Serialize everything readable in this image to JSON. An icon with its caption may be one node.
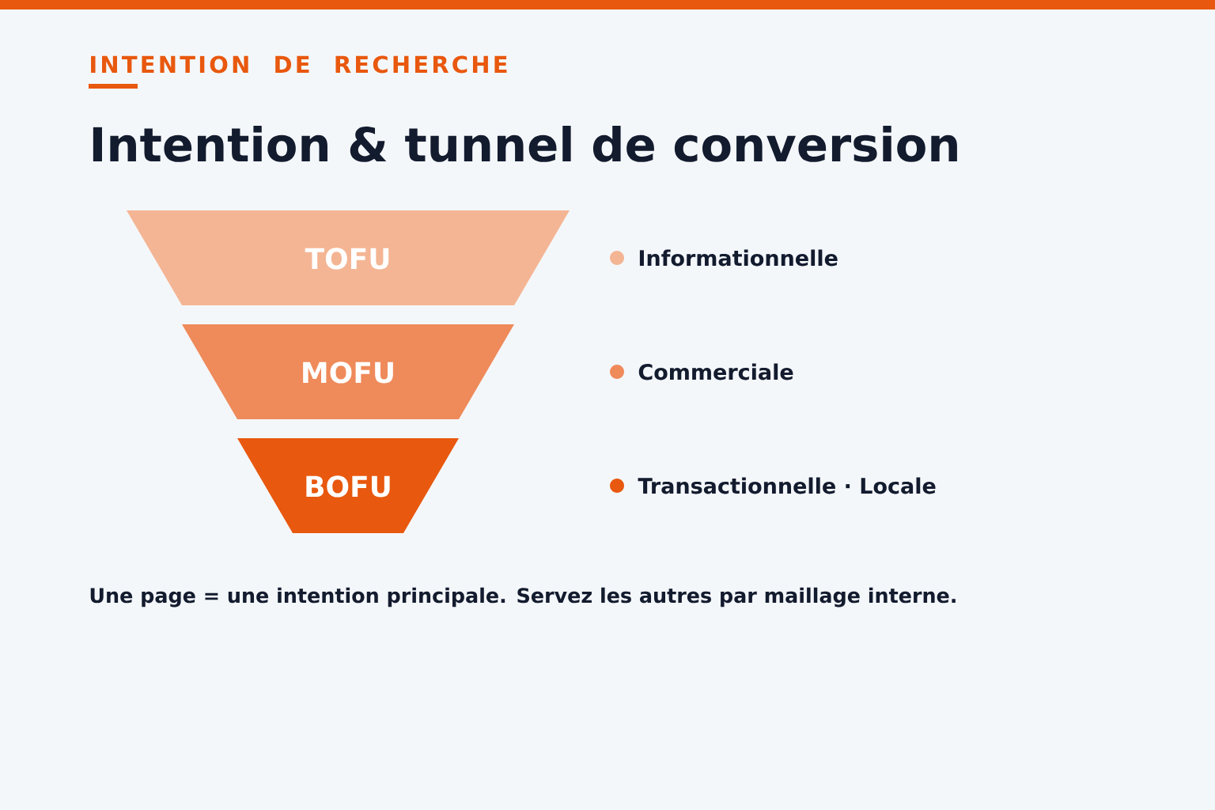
{
  "diagram": {
    "title": "Intention & tunnel de conversion",
    "nodes": [
      {
        "text": [
          "TOFU"
        ]
      },
      {
        "text": [
          "MOFU"
        ]
      },
      {
        "text": [
          "BOFU"
        ]
      }
    ],
    "labels": [
      "INTENTION DE RECHERCHE",
      "Une page = une intention principale. Servez les autres par maillage interne."
    ],
    "legend": [
      {
        "text": "Informationnelle",
        "color": "#f4b594"
      },
      {
        "text": "Commerciale",
        "color": "#ef8a5a"
      },
      {
        "text": "Transactionnelle · Locale",
        "color": "#e8580e"
      }
    ]
  }
}
